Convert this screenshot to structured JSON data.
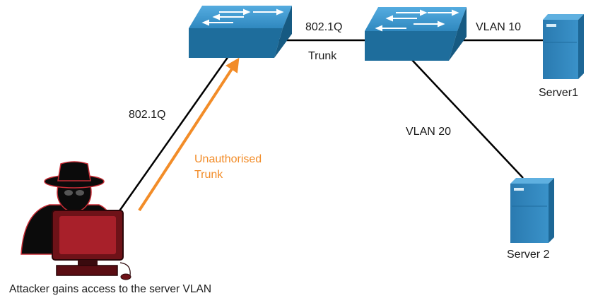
{
  "labels": {
    "link_left": "802.1Q",
    "link_top": "802.1Q",
    "trunk": "Trunk",
    "vlan10": "VLAN 10",
    "vlan20": "VLAN 20",
    "server1": "Server1",
    "server2": "Server 2",
    "unauthorised_line1": "Unauthorised",
    "unauthorised_line2": "Trunk",
    "caption": "Attacker gains access to the server VLAN"
  },
  "colors": {
    "switch_top": "#3a95c6",
    "switch_front": "#1e6d9c",
    "server": "#2e83b9",
    "attacker_arrow": "#f28c28",
    "attacker_monitor": "#a8202a",
    "links": "#000000"
  },
  "icons": {
    "switch_left": "switch-icon",
    "switch_right": "switch-icon",
    "server1": "server-icon",
    "server2": "server-icon",
    "attacker": "hacker-workstation-icon"
  }
}
